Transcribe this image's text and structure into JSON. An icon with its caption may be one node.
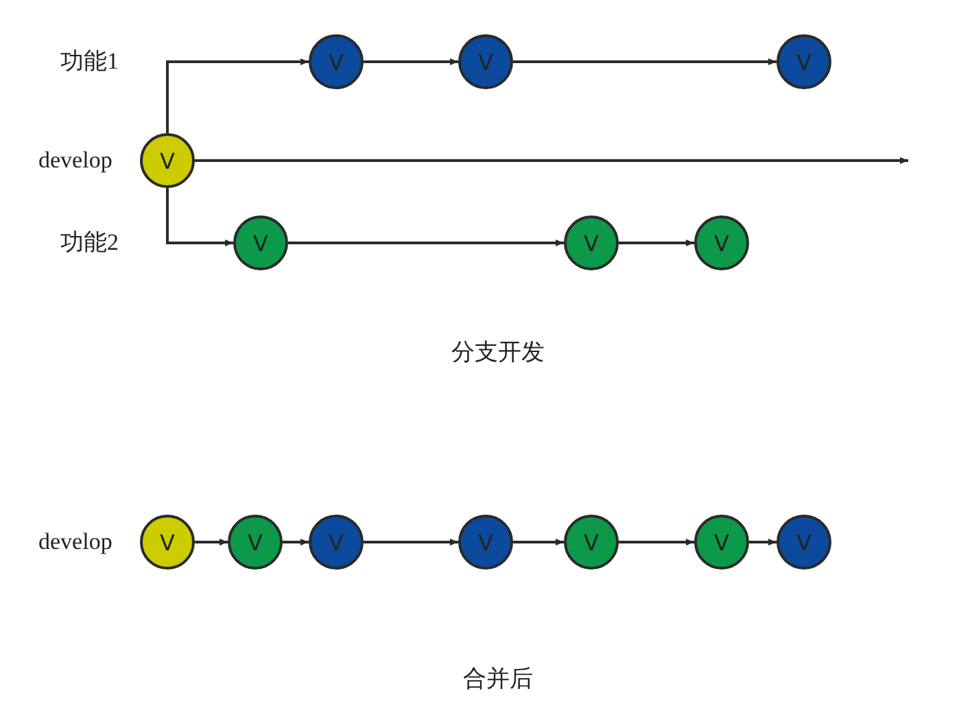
{
  "diagram": {
    "nodes": [
      {
        "text": [
          "V"
        ]
      },
      {
        "text": [
          "V"
        ]
      },
      {
        "text": [
          "V"
        ]
      },
      {
        "text": [
          "V"
        ]
      },
      {
        "text": [
          "V"
        ]
      },
      {
        "text": [
          "V"
        ]
      },
      {
        "text": [
          "V"
        ]
      },
      {
        "text": [
          "V"
        ]
      },
      {
        "text": [
          "V"
        ]
      },
      {
        "text": [
          "V"
        ]
      },
      {
        "text": [
          "V"
        ]
      },
      {
        "text": [
          "V"
        ]
      },
      {
        "text": [
          "V"
        ]
      },
      {
        "text": [
          "V"
        ]
      }
    ],
    "edges": [
      {
        "from": 0,
        "to": 1,
        "arrow": "to"
      },
      {
        "from": 1,
        "to": 2,
        "arrow": "to"
      },
      {
        "from": 2,
        "to": 3,
        "arrow": "to"
      },
      {
        "from": 0,
        "to": null,
        "arrow": "to"
      },
      {
        "from": 0,
        "to": 4,
        "arrow": "to"
      },
      {
        "from": 4,
        "to": 5,
        "arrow": "to"
      },
      {
        "from": 5,
        "to": 6,
        "arrow": "to"
      },
      {
        "from": 7,
        "to": 8,
        "arrow": "to"
      },
      {
        "from": 8,
        "to": 9,
        "arrow": "to"
      },
      {
        "from": 9,
        "to": 10,
        "arrow": "to"
      },
      {
        "from": 10,
        "to": 11,
        "arrow": "to"
      },
      {
        "from": 11,
        "to": 12,
        "arrow": "to"
      },
      {
        "from": 12,
        "to": 13,
        "arrow": "to"
      }
    ],
    "labels": [
      "功能1",
      "develop",
      "功能2",
      "分支开发",
      "develop",
      "合并后"
    ]
  }
}
